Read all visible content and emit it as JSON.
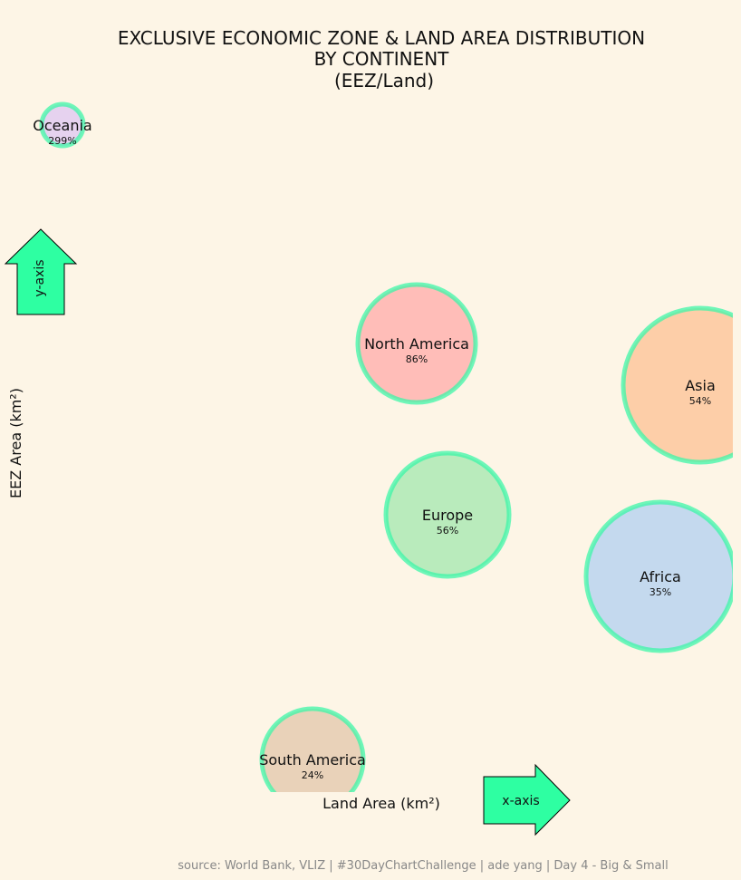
{
  "colors": {
    "background": "#fdf5e6",
    "bubble_edge": "#3ef5a8",
    "arrow_fill": "#2effa2",
    "arrow_edge": "#000000",
    "source_text": "#888888"
  },
  "chart_data": {
    "type": "scatter",
    "title_lines": [
      "EXCLUSIVE ECONOMIC ZONE & LAND AREA DISTRIBUTION",
      "BY CONTINENT",
      "(EEZ/Land)"
    ],
    "xlabel": "Land Area (km²)",
    "ylabel": "EEZ Area (km²)",
    "grid": false,
    "axes_visible": false,
    "points": [
      {
        "name": "Oceania",
        "label": "299%",
        "color": "#e6d2ef"
      },
      {
        "name": "North America",
        "label": "86%",
        "color": "#ffbdb8"
      },
      {
        "name": "Asia",
        "label": "54%",
        "color": "#fdcea8"
      },
      {
        "name": "Europe",
        "label": "56%",
        "color": "#b9ebbc"
      },
      {
        "name": "Africa",
        "label": "35%",
        "color": "#c4d9ee"
      },
      {
        "name": "South America",
        "label": "24%",
        "color": "#e9d2b9"
      }
    ]
  },
  "annotations": {
    "x_arrow_label": "x-axis",
    "y_arrow_label": "y-axis"
  },
  "footer": {
    "source": "source: World Bank, VLIZ | #30DayChartChallenge | ade yang | Day 4 - Big & Small"
  }
}
